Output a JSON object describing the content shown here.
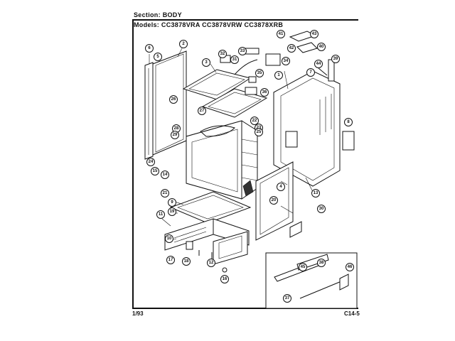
{
  "header": {
    "section": "Section:  BODY",
    "models": "Models:  CC3878VRA   CC3878VRW   CC3878XRB"
  },
  "footer": {
    "date": "1/93",
    "page": "C14-5"
  },
  "callouts": [
    "6",
    "5",
    "2",
    "3",
    "32",
    "33",
    "34",
    "31",
    "35",
    "36",
    "41",
    "43",
    "42",
    "40",
    "39",
    "44",
    "7",
    "1",
    "26",
    "27",
    "28",
    "29",
    "22",
    "23",
    "25",
    "24",
    "15",
    "14",
    "21",
    "9",
    "19",
    "11",
    "10",
    "17",
    "18",
    "16",
    "12",
    "13",
    "4",
    "20",
    "8",
    "38",
    "45",
    "46",
    "37",
    "30"
  ]
}
